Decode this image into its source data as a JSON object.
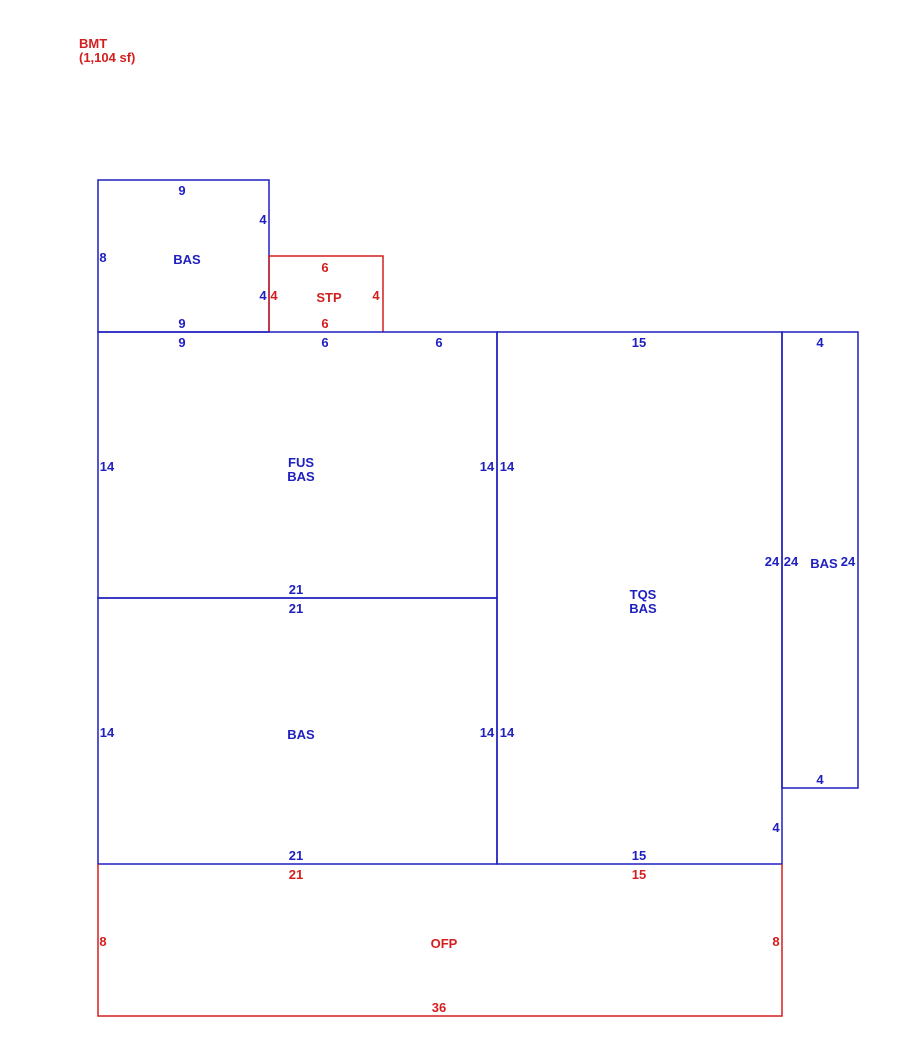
{
  "header": {
    "level": "BMT",
    "area": "(1,104 sf)"
  },
  "colors": {
    "main": "#1f1fbf",
    "accent": "#d41f1f"
  },
  "labels": {
    "bas_small": "BAS",
    "stp": "STP",
    "fus": "FUS",
    "fus_bas": "BAS",
    "bas_lower": "BAS",
    "tqs": "TQS",
    "tqs_bas": "BAS",
    "bas_right": "BAS",
    "ofp": "OFP"
  },
  "dims": {
    "small_top": "9",
    "small_right_upper": "4",
    "small_left": "8",
    "small_right_lower": "4",
    "small_bottom": "9",
    "stp_top": "6",
    "stp_left": "4",
    "stp_right": "4",
    "stp_bottom": "6",
    "upper_top_left": "9",
    "upper_top_mid": "6",
    "upper_top_right": "6",
    "upper_left": "14",
    "upper_right": "14",
    "upper_bottom": "21",
    "lower_top": "21",
    "lower_left": "14",
    "lower_right": "14",
    "lower_bottom": "21",
    "tqs_top": "15",
    "tqs_left_upper": "14",
    "tqs_right": "24",
    "tqs_left_lower": "14",
    "tqs_corner": "4",
    "tqs_bottom": "15",
    "right_top": "4",
    "right_left": "24",
    "right_right": "24",
    "right_bottom": "4",
    "ofp_top_left": "21",
    "ofp_top_right": "15",
    "ofp_left": "8",
    "ofp_right": "8",
    "ofp_bottom": "36"
  }
}
